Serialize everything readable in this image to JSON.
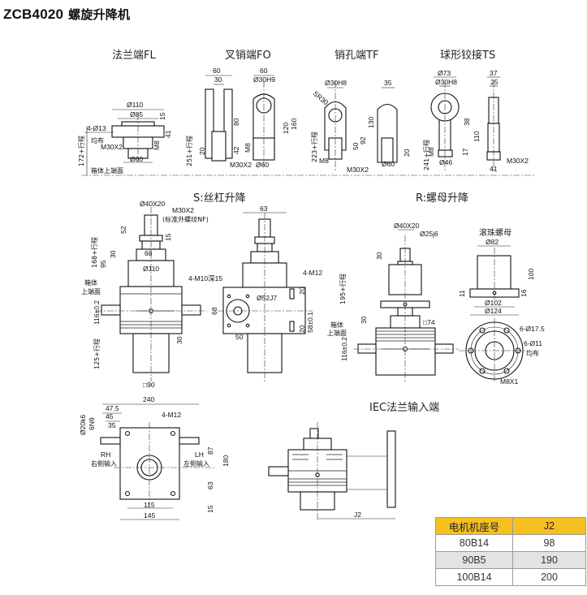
{
  "title": {
    "model": "ZCB4020",
    "name": "螺旋升降机"
  },
  "sections": {
    "fl": "法兰端FL",
    "fo": "叉销端FO",
    "tf": "销孔端TF",
    "ts": "球形铰接TS",
    "s": "S:丝杠升降",
    "r": "R:螺母升降",
    "ballnut": "滚珠螺母",
    "iec": "IEC法兰输入端"
  },
  "fl_dims": {
    "d110": "Ø110",
    "d85": "Ø85",
    "d15": "15",
    "hole": "4-Ø13",
    "even": "均布",
    "thread": "M30X2",
    "m8": "M8",
    "d41": "41",
    "d60": "Ø60",
    "stroke": "172+行程",
    "surface": "箱体上端面"
  },
  "fo_dims": {
    "w60a": "60",
    "w30": "30",
    "w60b": "60",
    "pin": "Ø30H9",
    "d80": "80",
    "d120": "120",
    "d160": "160",
    "d42": "42",
    "d20": "20",
    "m8": "M8",
    "thread": "M30X2",
    "d60": "Ø60",
    "stroke": "251+行程"
  },
  "tf_dims": {
    "pin": "Ø30H8",
    "sr": "SR30",
    "w35": "35",
    "d130": "130",
    "d92": "92",
    "d50": "50",
    "d20": "20",
    "m8": "M8",
    "thread": "M30X2",
    "d60": "Ø60",
    "stroke": "223+行程"
  },
  "ts_dims": {
    "d73": "Ø73",
    "pin": "Ø30H8",
    "w37": "37",
    "w25": "25",
    "d38": "38",
    "d110": "110",
    "d17": "17",
    "m8": "M8",
    "d46": "Ø46",
    "thread": "M30X2",
    "d41": "41",
    "stroke": "241+行程"
  },
  "s_dims": {
    "screw": "Ø40X20",
    "thread": "M30X2",
    "thread_note": "(标准外螺纹NF)",
    "d52": "52",
    "d15": "15",
    "d30": "30",
    "d68": "68",
    "d95": "95",
    "d110": "Ø110",
    "stroke": "168+行程",
    "surface": "箱体",
    "surface2": "上端面",
    "height": "116±0.2",
    "d30b": "30",
    "lower": "125+行程",
    "sq": "□90",
    "w63": "63",
    "holes": "4-M10深15",
    "d52j7": "Ø52J7",
    "d50": "50",
    "m12": "4-M12",
    "d20a": "20",
    "d20b": "20",
    "d58": "58±0.1"
  },
  "r_dims": {
    "screw": "Ø40X20",
    "shaft": "Ø25j6",
    "d30": "30",
    "stroke": "195+行程",
    "d30b": "30",
    "sq": "□74",
    "surface": "箱体",
    "surface2": "上端面",
    "height": "116±0.2"
  },
  "nut_dims": {
    "d82": "Ø82",
    "d100": "100",
    "d11": "11",
    "d16": "16",
    "d102": "Ø102",
    "d124": "Ø124",
    "holes_a": "6-Ø17.5",
    "holes_b": "6-Ø11",
    "even": "均布",
    "m8": "M8X1"
  },
  "bottom_dims": {
    "w240": "240",
    "w47": "47.5",
    "w45": "45",
    "w35": "35",
    "shaft": "Ø20k6",
    "key": "6N9",
    "m12": "4-M12",
    "rh": "RH",
    "rh_cn": "右侧输入",
    "lh": "LH",
    "lh_cn": "左侧输入",
    "d87": "87",
    "d180": "180",
    "d63": "63",
    "d15": "15",
    "w115": "115",
    "w145": "145"
  },
  "iec_dims": {
    "j2": "J2"
  },
  "motor_table": {
    "headers": [
      "电机机座号",
      "J2"
    ],
    "rows": [
      [
        "80B14",
        "98"
      ],
      [
        "90B5",
        "190"
      ],
      [
        "100B14",
        "200"
      ]
    ],
    "header_color": "#f6c021",
    "alt_row_color": "#e3e3e3"
  }
}
